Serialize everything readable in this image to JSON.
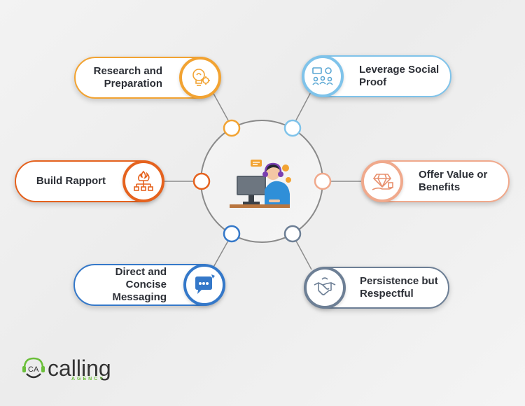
{
  "center": {
    "illustration": "agent-at-computer"
  },
  "nodes": [
    {
      "id": "research",
      "label_line1": "Research and",
      "label_line2": "Preparation",
      "color": "#f2a332",
      "icon": "lightbulb-gear-icon"
    },
    {
      "id": "social",
      "label_line1": "Leverage Social",
      "label_line2": "Proof",
      "color": "#7fc3ea",
      "icon": "social-proof-icon"
    },
    {
      "id": "rapport",
      "label_line1": "Build Rapport",
      "label_line2": "",
      "color": "#e5621e",
      "icon": "network-fire-icon"
    },
    {
      "id": "value",
      "label_line1": "Offer Value or",
      "label_line2": "Benefits",
      "color": "#f0a98c",
      "icon": "diamond-hand-icon"
    },
    {
      "id": "messaging",
      "label_line1": "Direct and Concise",
      "label_line2": "Messaging",
      "color": "#3478c9",
      "icon": "chat-bubble-icon"
    },
    {
      "id": "persistence",
      "label_line1": "Persistence but",
      "label_line2": "Respectful",
      "color": "#6d7f95",
      "icon": "handshake-icon"
    }
  ],
  "logo": {
    "monogram": "CA",
    "word": "calling",
    "sub": "AGENCY",
    "accent_color": "#6bbf3a"
  }
}
